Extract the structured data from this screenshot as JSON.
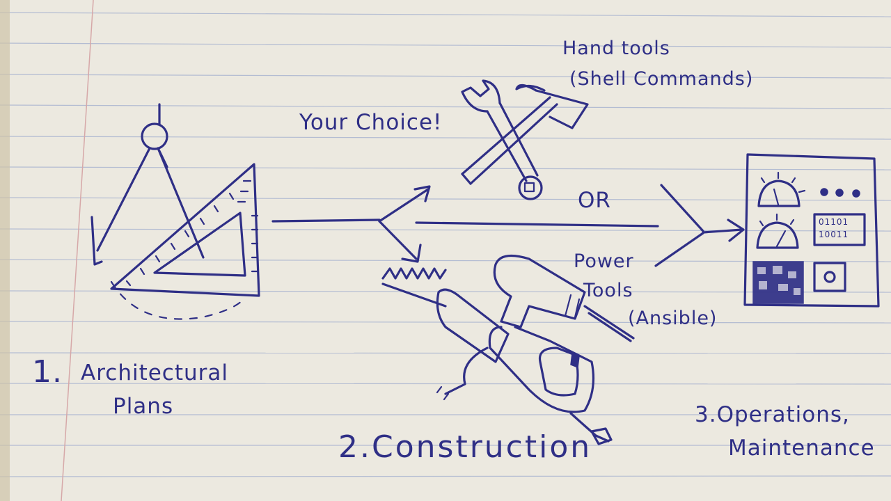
{
  "stages": {
    "plans": {
      "number": "1.",
      "title_line1": "Architectural",
      "title_line2": "Plans"
    },
    "construction": {
      "number": "2.",
      "title": "Construction"
    },
    "operations": {
      "number": "3.",
      "title_line1": "Operations,",
      "title_line2": "Maintenance"
    }
  },
  "choice": {
    "label": "Your Choice!",
    "or_label": "OR"
  },
  "tools": {
    "hand": {
      "line1": "Hand tools",
      "line2": "(Shell Commands)"
    },
    "power": {
      "line1": "Power",
      "line2": "Tools",
      "line3": "(Ansible)"
    }
  },
  "panel": {
    "binary_line1": "01101",
    "binary_line2": "10011"
  },
  "colors": {
    "ink": "#2f2f86",
    "paper": "#ece9e0",
    "rule_line": "#9aa7c9",
    "margin_line": "#d7a6a6"
  }
}
